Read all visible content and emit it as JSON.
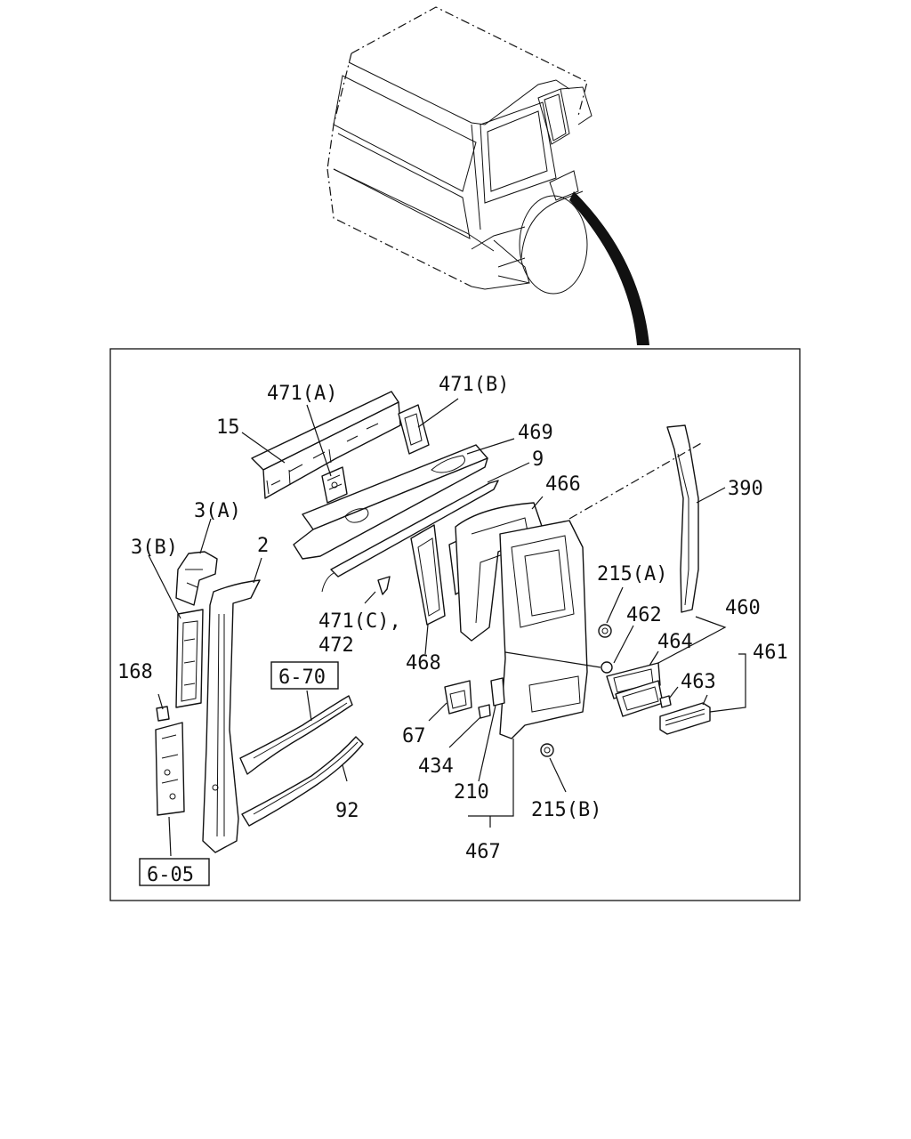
{
  "labels": {
    "l471A": "471(A)",
    "l471B": "471(B)",
    "l15": "15",
    "l469": "469",
    "l9": "9",
    "l466": "466",
    "l390": "390",
    "l3A": "3(A)",
    "l3B": "3(B)",
    "l2": "2",
    "l215A": "215(A)",
    "l462": "462",
    "l460": "460",
    "l464": "464",
    "l461": "461",
    "l463": "463",
    "l471C": "471(C),",
    "l472": "472",
    "l468": "468",
    "l168": "168",
    "l6_70": "6-70",
    "l67": "67",
    "l434": "434",
    "l210": "210",
    "l215B": "215(B)",
    "l92": "92",
    "l467": "467",
    "l6_05": "6-05"
  }
}
